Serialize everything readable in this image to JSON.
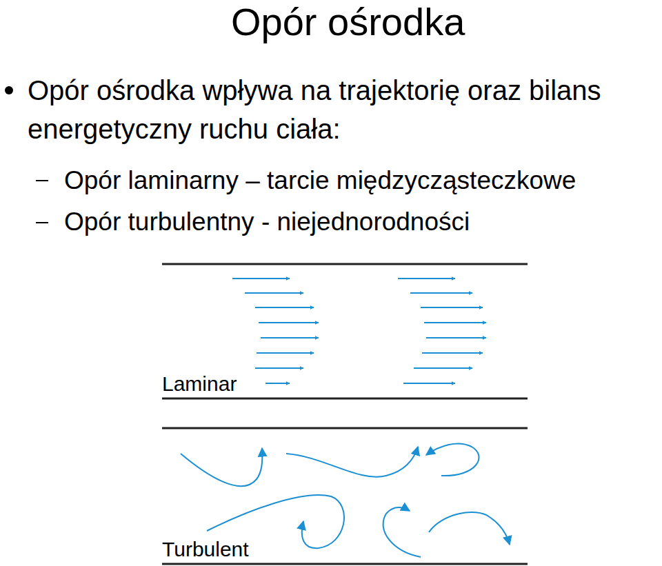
{
  "diagram": {
    "title": "Opór ośrodka",
    "labels": [
      "Opór ośrodka wpływa na trajektorię oraz bilans energetyczny ruchu ciała:",
      "Opór laminarny – tarcie międzycząsteczkowe",
      "Opór turbulentny - niejednorodności",
      "Laminar",
      "Turbulent"
    ]
  }
}
